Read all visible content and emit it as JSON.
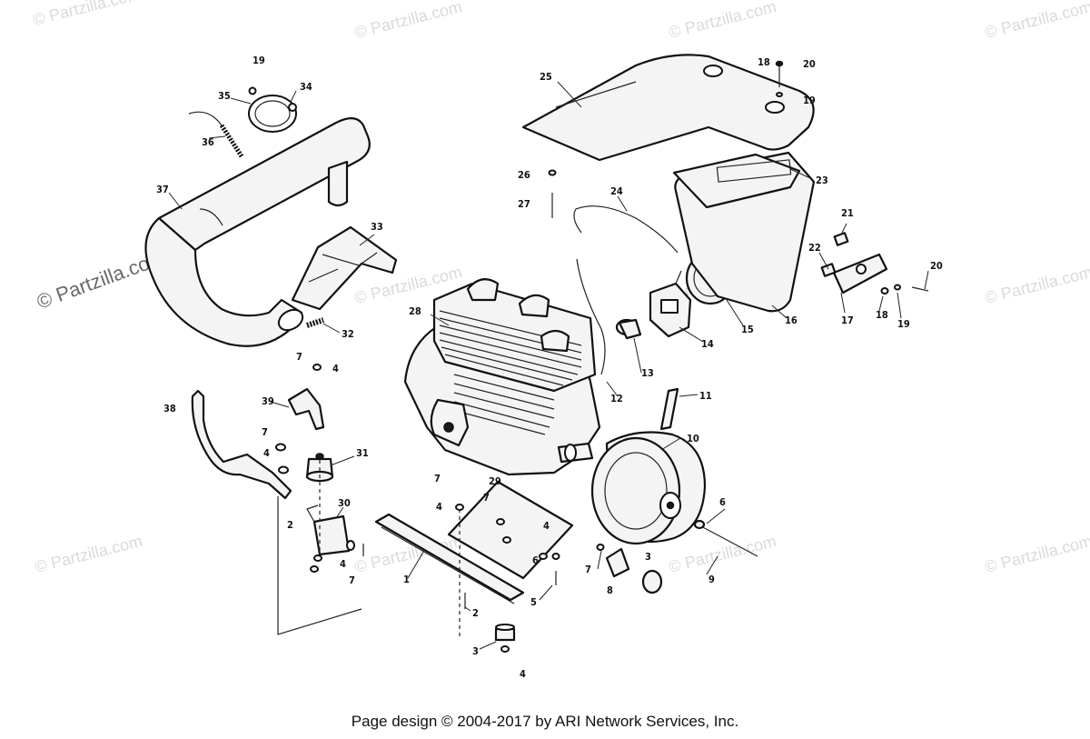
{
  "watermarks": {
    "small": "© Partzilla.com",
    "large": "© Partzilla.com"
  },
  "callouts": [
    "1",
    "2",
    "3",
    "4",
    "5",
    "6",
    "7",
    "8",
    "9",
    "10",
    "11",
    "12",
    "13",
    "14",
    "15",
    "16",
    "17",
    "18",
    "19",
    "20",
    "21",
    "22",
    "23",
    "24",
    "25",
    "26",
    "27",
    "28",
    "29",
    "30",
    "31",
    "32",
    "33",
    "34",
    "35",
    "36",
    "37",
    "38",
    "39"
  ],
  "footer": {
    "copyright": "Page design © 2004-2017 by ARI Network Services, Inc."
  }
}
